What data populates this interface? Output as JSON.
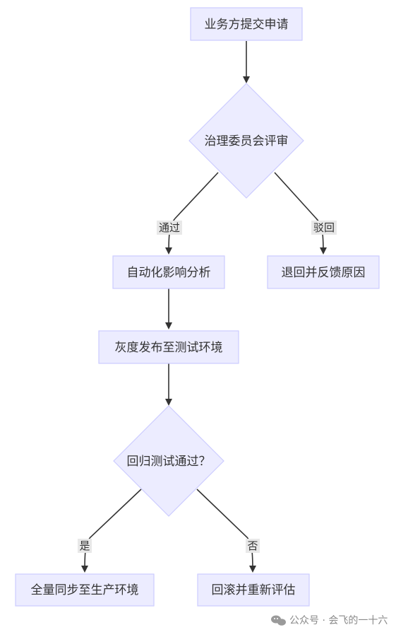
{
  "nodes": {
    "submit": "业务方提交申请",
    "committee": "治理委员会评审",
    "analysis": "自动化影响分析",
    "reject": "退回并反馈原因",
    "gray": "灰度发布至测试环境",
    "regression": "回归测试通过？",
    "sync": "全量同步至生产环境",
    "rollback": "回滚并重新评估"
  },
  "edge_labels": {
    "pass": "通过",
    "reject": "驳回",
    "yes": "是",
    "no": "否"
  },
  "watermark": "公众号 · 会飞的一十六",
  "colors": {
    "node_fill": "#ececff",
    "node_stroke": "#ccccff",
    "edge": "#333333",
    "label_bg": "#e8e8e8"
  }
}
